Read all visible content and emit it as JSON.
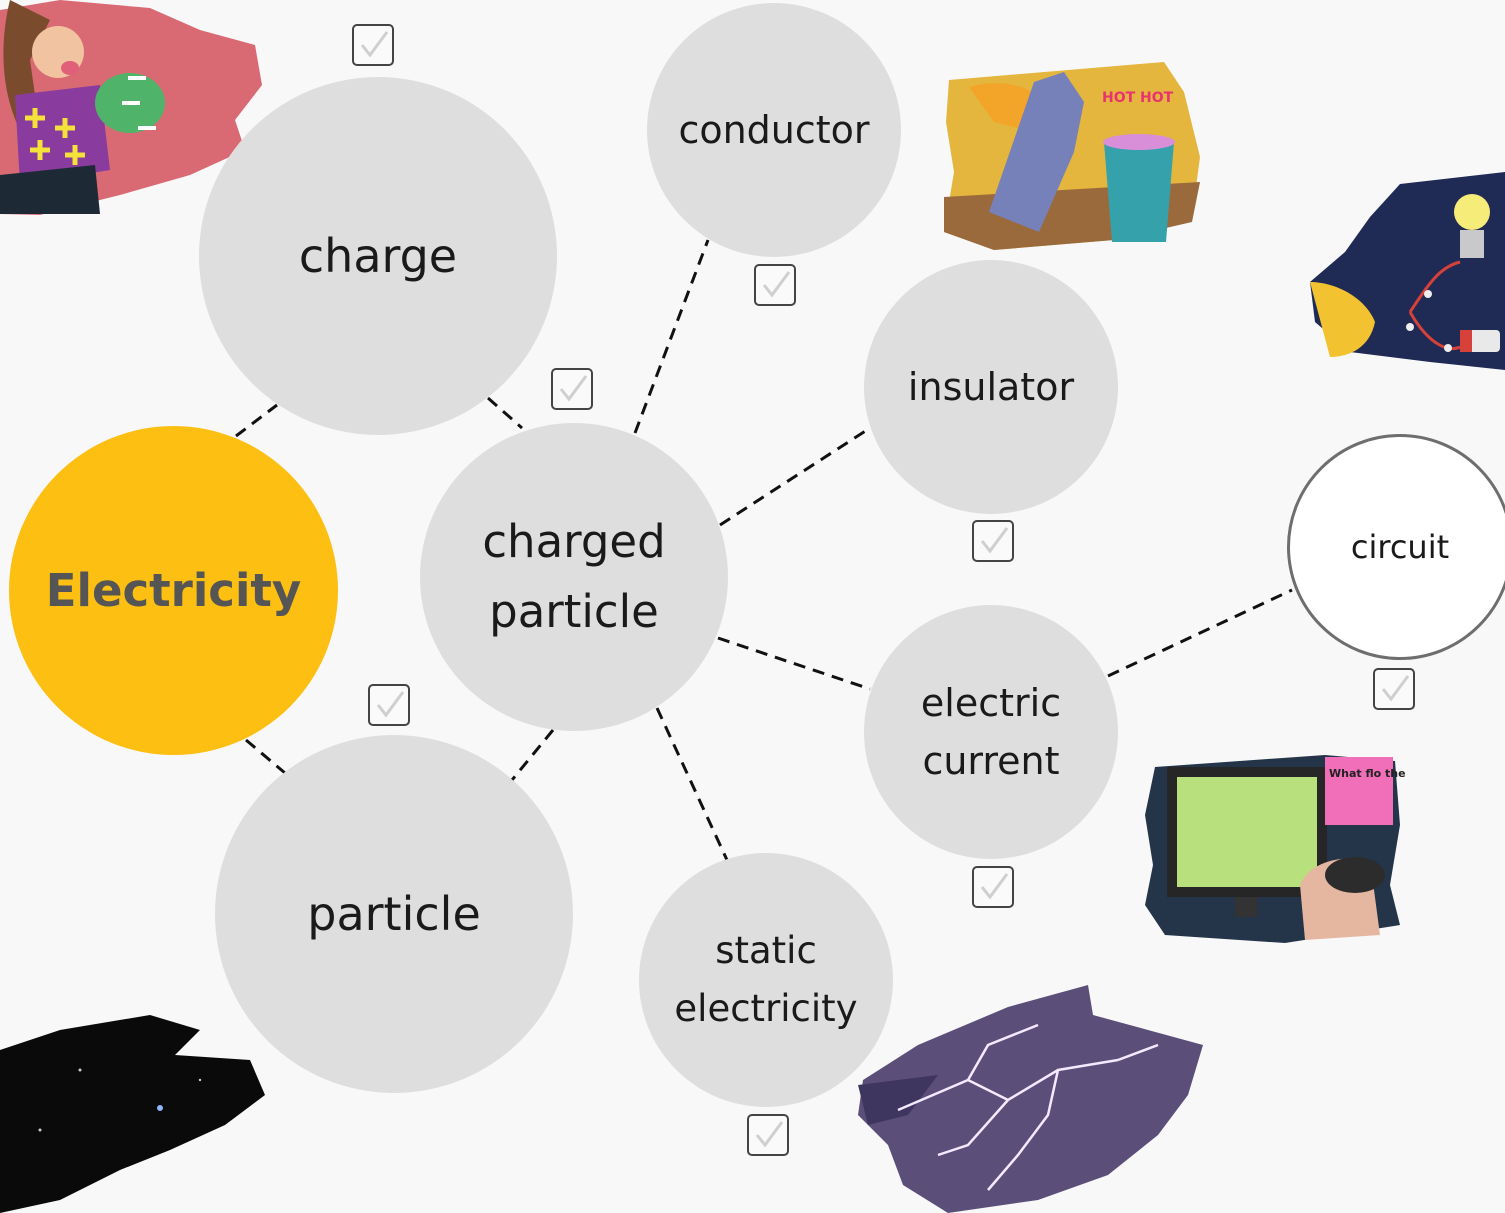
{
  "diagram": {
    "central": "Electricity",
    "nodes": {
      "charge": "charge",
      "charged_particle": "charged\nparticle",
      "particle": "particle",
      "conductor": "conductor",
      "insulator": "insulator",
      "electric_current": "electric\ncurrent",
      "static_electricity": "static\nelectricity",
      "circuit": "circuit"
    },
    "colors": {
      "central_fill": "#fcbf12",
      "node_fill": "#dedede",
      "background": "#f8f8f8"
    },
    "illustration_texts": {
      "hot_cup": "HOT HOT",
      "screen_note": "What flo the comput switc"
    }
  }
}
